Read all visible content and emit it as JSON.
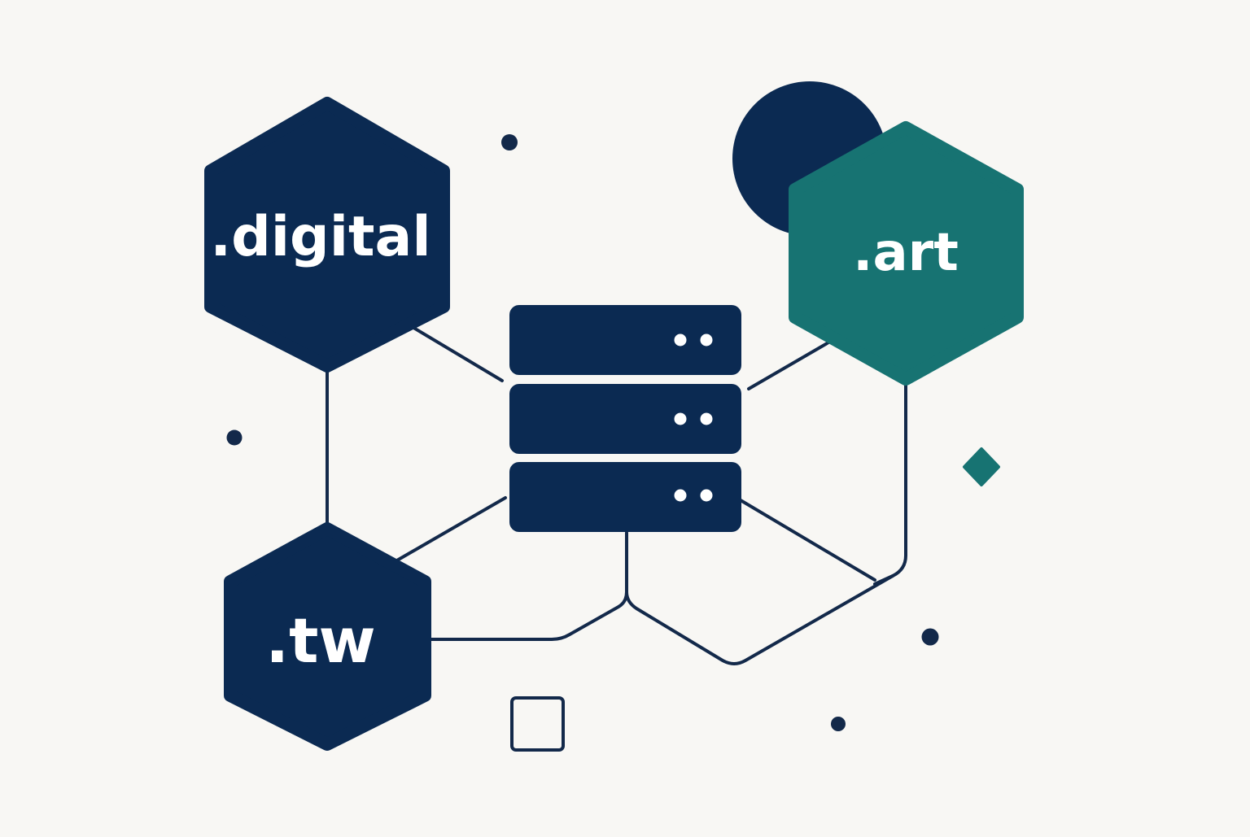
{
  "colors": {
    "background": "#f8f7f4",
    "navy": "#0b2a52",
    "teal": "#177372",
    "line": "#13294a",
    "dot_white": "#ffffff"
  },
  "nodes": {
    "digital": {
      "label": ".digital",
      "color": "navy"
    },
    "art": {
      "label": ".art",
      "color": "teal"
    },
    "tw": {
      "label": ".tw",
      "color": "navy"
    }
  },
  "server": {
    "icon": "server-rack-icon",
    "units": 3,
    "indicator_lights_per_unit": 2
  },
  "decorations": {
    "dots": 5,
    "diamond_color": "teal",
    "square": "outline"
  }
}
